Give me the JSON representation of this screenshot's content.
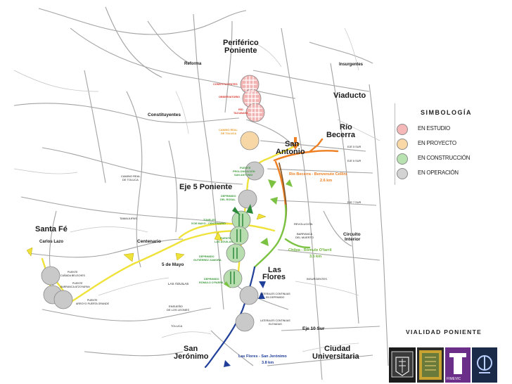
{
  "map": {
    "places": {
      "periferico": "Periférico",
      "periferico_2": "Poniente",
      "reforma": "Reforma",
      "insurgentes_top": "Insurgentes",
      "viaducto": "Viaducto",
      "constituyentes": "Constituyentes",
      "rio_becerra": "Río",
      "rio_becerra_2": "Becerra",
      "san_antonio": "San",
      "san_antonio_2": "Antonio",
      "eje5": "Eje 5 Poniente",
      "santa_fe": "Santa Fé",
      "carlos_lazo": "Carlos Lazo",
      "centenario": "Centenario",
      "cinco_mayo": "5 de Mayo",
      "las_aguilas": "LAS ÁGUILAS",
      "las_flores": "Las",
      "las_flores_2": "Flores",
      "circuito": "Circuito",
      "circuito_2": "Interior",
      "eje10": "Eje 10 Sur",
      "san_jeronimo": "San",
      "san_jeronimo_2": "Jerónimo",
      "ciudad": "Ciudad",
      "ciudad_2": "Universitaria",
      "camino_real": "CAMINO REAL",
      "camino_real_2": "DE TOLUCA",
      "tamaulipas": "TAMAULIPAS",
      "revolucion": "REVOLUCIÓN",
      "barranca": "BARRANCA",
      "barranca_2": "DEL MUERTO",
      "insurgentes_mid": "INSURGENTES",
      "eje5sur": "EJE 5 SUR",
      "eje6sur": "EJE 6 SUR",
      "eje7sur": "EJE 7 SUR",
      "ensueno": "ENSUEÑO",
      "ensueno_2": "DE LOS LEONES",
      "toluca": "TOLUCA"
    },
    "nodes": {
      "constituyentes": "CONSTITUYENTES",
      "observatorio": "OBSERVATORIO",
      "rio_tacubaya": "RÍO",
      "rio_tacubaya_2": "TACUBAYA",
      "camino_real_toluca": "CAMINO REAL",
      "camino_real_toluca_2": "DE TOLUCA",
      "puente_prolongacion": "PUENTE",
      "puente_prolongacion_2": "PROLONGACIÓN",
      "puente_prolongacion_3": "SAN ANTONIO",
      "deprimido_rosal": "DEPRIMIDO",
      "deprimido_rosal_2": "DEL ROSAL",
      "tuneles": "TÚNELES",
      "tuneles_2": "5 DE MAYO - CENTENARIO",
      "puente_aguilas": "PUENTE",
      "puente_aguilas_2": "LAS ÁGUILAS",
      "deprimido_gutierrez": "DEPRIMIDO",
      "deprimido_gutierrez_2": "GUTIÉRREZ ZAMORA",
      "deprimido_romulo": "DEPRIMIDO",
      "deprimido_romulo_2": "RÓMULO O'FARRIL",
      "laterales_deprimido": "LATERALES CONTINUAS",
      "laterales_deprimido_2": "EN DEPRIMIDO",
      "laterales_elevadas": "LATERALES CONTINUAS",
      "laterales_elevadas_2": "ELEVADAS",
      "puente_canada": "PUENTE",
      "puente_canada_2": "CAÑADA BELECHES",
      "puente_barranca": "PUENTE",
      "puente_barranca_2": "BARRANCA ATZOYAPAN",
      "puente_arroyo": "PUENTE",
      "puente_arroyo_2": "ARROYO PUERTA GRANDE"
    },
    "routes": {
      "becerra": "Río Becerra - Benvenuto Cellini",
      "becerra_km": "2.6 km",
      "chilpa": "Chilpa - Rómulo O'farril",
      "chilpa_km": "3.5 km",
      "flores": "Las Flores - San Jerónimo",
      "flores_km": "3.8 km"
    }
  },
  "legend": {
    "title": "SIMBOLOGÍA",
    "items": [
      {
        "label": "EN ESTUDIO",
        "color": "#f4b8b8"
      },
      {
        "label": "EN PROYECTO",
        "color": "#f9d8a5"
      },
      {
        "label": "EN CONSTRUCCIÓN",
        "color": "#b8e3b0"
      },
      {
        "label": "EN OPERACIÓN",
        "color": "#d3d3d3"
      }
    ]
  },
  "footer": {
    "brand": "VIALIDAD PONIENTE",
    "logo_label": "FIMEVIC"
  },
  "colors": {
    "study": "#f2a3a3",
    "project": "#f8d29a",
    "construction": "#9ed893",
    "operation": "#c9c9c9",
    "yellow_route": "#f2e43a",
    "orange_route": "#f08220",
    "green_route": "#7cc242",
    "blue_route": "#1f3f99",
    "brown_route": "#8a5a2b",
    "road": "#9c9c9c"
  }
}
